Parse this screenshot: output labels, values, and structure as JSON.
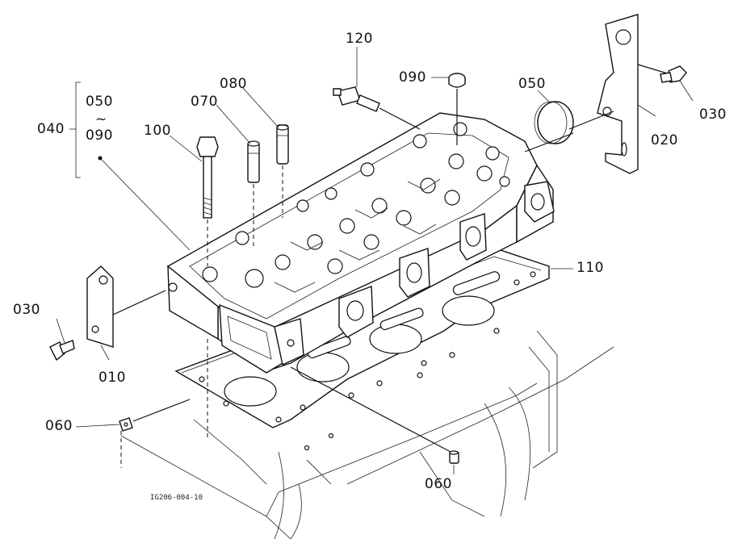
{
  "labels": {
    "p120": "120",
    "p090_top": "090",
    "p050": "050",
    "p030_right": "030",
    "p020": "020",
    "p080": "080",
    "p070": "070",
    "p100": "100",
    "p040": "040",
    "p040_050": "050",
    "p040_tilde": "~",
    "p040_090": "090",
    "p110": "110",
    "p030_left": "030",
    "p010": "010",
    "p060_left": "060",
    "p060_bottom": "060"
  },
  "figure_number": "IG206-004-10"
}
